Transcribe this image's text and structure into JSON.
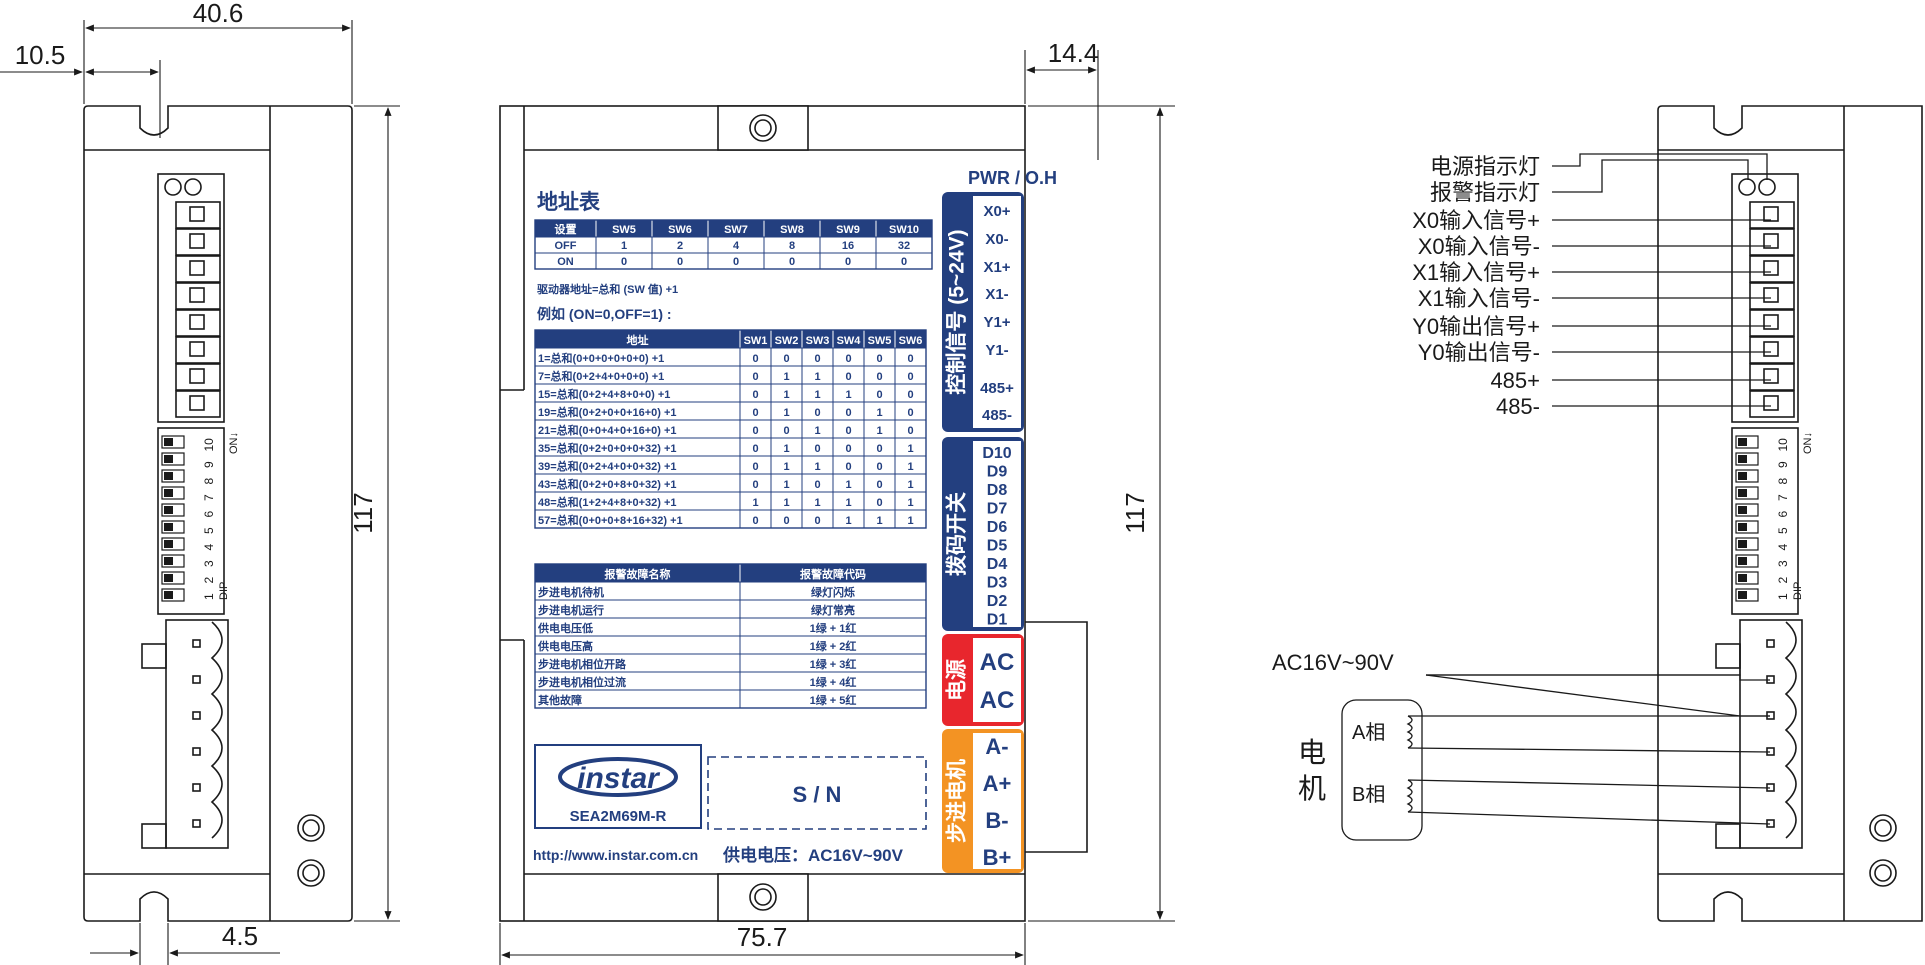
{
  "dimensions": {
    "width_total": "40.6",
    "width_offset": "10.5",
    "height_left": "117",
    "slot_width": "4.5",
    "front_width": "75.7",
    "front_height": "117",
    "terminal_offset": "14.4"
  },
  "front": {
    "pwr_label": "PWR / O.H",
    "address_title": "地址表",
    "sw_table": {
      "headers": [
        "设置",
        "SW5",
        "SW6",
        "SW7",
        "SW8",
        "SW9",
        "SW10"
      ],
      "rows": [
        [
          "OFF",
          "1",
          "2",
          "4",
          "8",
          "16",
          "32"
        ],
        [
          "ON",
          "0",
          "0",
          "0",
          "0",
          "0",
          "0"
        ]
      ]
    },
    "formula": "驱动器地址=总和 (SW 值) +1",
    "example": "例如 (ON=0,OFF=1) :",
    "address_table": {
      "headers": [
        "地址",
        "SW1",
        "SW2",
        "SW3",
        "SW4",
        "SW5",
        "SW6"
      ],
      "rows": [
        [
          "1=总和(0+0+0+0+0+0) +1",
          "0",
          "0",
          "0",
          "0",
          "0",
          "0"
        ],
        [
          "7=总和(0+2+4+0+0+0) +1",
          "0",
          "1",
          "1",
          "0",
          "0",
          "0"
        ],
        [
          "15=总和(0+2+4+8+0+0) +1",
          "0",
          "1",
          "1",
          "1",
          "0",
          "0"
        ],
        [
          "19=总和(0+2+0+0+16+0) +1",
          "0",
          "1",
          "0",
          "0",
          "1",
          "0"
        ],
        [
          "21=总和(0+0+4+0+16+0) +1",
          "0",
          "0",
          "1",
          "0",
          "1",
          "0"
        ],
        [
          "35=总和(0+2+0+0+0+32) +1",
          "0",
          "1",
          "0",
          "0",
          "0",
          "1"
        ],
        [
          "39=总和(0+2+4+0+0+32) +1",
          "0",
          "1",
          "1",
          "0",
          "0",
          "1"
        ],
        [
          "43=总和(0+2+0+8+0+32) +1",
          "0",
          "1",
          "0",
          "1",
          "0",
          "1"
        ],
        [
          "48=总和(1+2+4+8+0+32) +1",
          "1",
          "1",
          "1",
          "1",
          "0",
          "1"
        ],
        [
          "57=总和(0+0+0+8+16+32) +1",
          "0",
          "0",
          "0",
          "1",
          "1",
          "1"
        ]
      ]
    },
    "fault_table": {
      "headers": [
        "报警故障名称",
        "报警故障代码"
      ],
      "rows": [
        [
          "步进电机待机",
          "绿灯闪烁"
        ],
        [
          "步进电机运行",
          "绿灯常亮"
        ],
        [
          "供电电压低",
          "1绿 + 1红"
        ],
        [
          "供电电压高",
          "1绿 + 2红"
        ],
        [
          "步进电机相位开路",
          "1绿 + 3红"
        ],
        [
          "步进电机相位过流",
          "1绿 + 4红"
        ],
        [
          "其他故障",
          "1绿 + 5红"
        ]
      ]
    },
    "logo_text": "instar",
    "model": "SEA2M69M-R",
    "sn_label": "S / N",
    "url": "http://www.instar.com.cn",
    "supply": "供电电压：AC16V~90V",
    "ctrl_group_label": "控制信号 (5~24V)",
    "ctrl_pins": [
      "X0+",
      "X0-",
      "X1+",
      "X1-",
      "Y1+",
      "Y1-",
      "485+",
      "485-"
    ],
    "dip_group_label": "拨码开关",
    "dip_pins": [
      "D10",
      "D9",
      "D8",
      "D7",
      "D6",
      "D5",
      "D4",
      "D3",
      "D2",
      "D1"
    ],
    "power_group_label": "电源",
    "power_pins": [
      "AC",
      "AC"
    ],
    "motor_group_label": "步进电机",
    "motor_pins": [
      "A-",
      "A+",
      "B-",
      "B+"
    ]
  },
  "side": {
    "dip_label": "DIP",
    "dip_numbers": [
      "1",
      "2",
      "3",
      "4",
      "5",
      "6",
      "7",
      "8",
      "9",
      "10"
    ],
    "on_label": "ON↓"
  },
  "wiring": {
    "labels": [
      "电源指示灯",
      "报警指示灯",
      "X0输入信号+",
      "X0输入信号-",
      "X1输入信号+",
      "X1输入信号-",
      "Y0输出信号+",
      "Y0输出信号-",
      "485+",
      "485-"
    ],
    "ac_label": "AC16V~90V",
    "phase_a": "A相",
    "phase_b": "B相",
    "motor_char1": "电",
    "motor_char2": "机"
  },
  "colors": {
    "navy": "#233f7f",
    "red": "#e8262d",
    "orange": "#f39323",
    "line": "#1a1a1a"
  }
}
